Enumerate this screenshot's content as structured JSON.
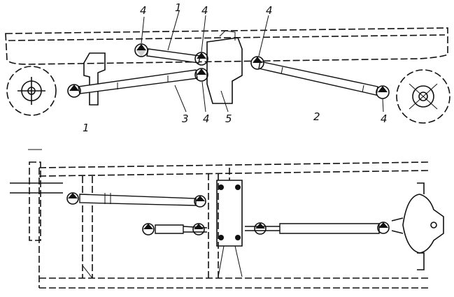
{
  "labels": {
    "top_l1": "4",
    "top_l2": "1",
    "top_l3": "4",
    "top_l4": "4",
    "mid_l1": "3",
    "mid_l2": "4",
    "mid_l3": "5",
    "mid_l4": "2",
    "mid_l5": "4",
    "mid_l6": "1"
  },
  "colors": {
    "ink": "#111111",
    "paper": "#ffffff"
  }
}
